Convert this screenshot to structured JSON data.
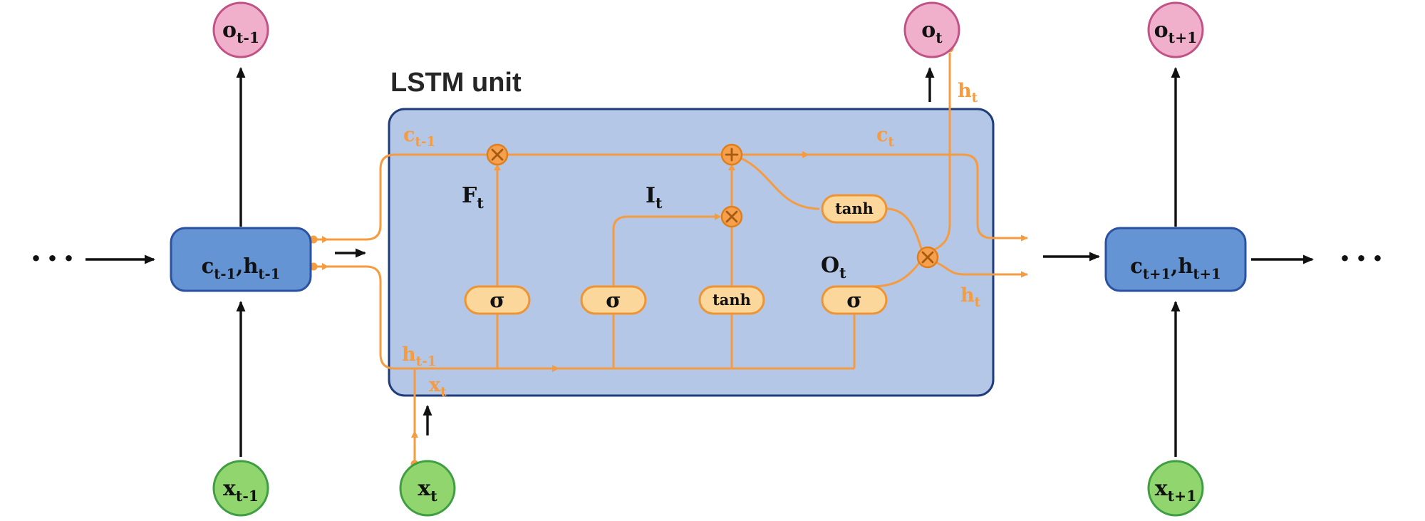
{
  "title": "LSTM unit",
  "ellipsis_left": "···",
  "ellipsis_right": "···",
  "nodes": {
    "o_prev": {
      "base": "o",
      "sub": "t-1"
    },
    "o_cur": {
      "base": "o",
      "sub": "t"
    },
    "o_next": {
      "base": "o",
      "sub": "t+1"
    },
    "x_prev": {
      "base": "x",
      "sub": "t-1"
    },
    "x_cur": {
      "base": "x",
      "sub": "t"
    },
    "x_next": {
      "base": "x",
      "sub": "t+1"
    },
    "state_prev": {
      "p1": "c",
      "s1": "t-1",
      "p2": ",h",
      "s2": "t-1"
    },
    "state_next": {
      "p1": "c",
      "s1": "t+1",
      "p2": ",h",
      "s2": "t+1"
    }
  },
  "gates": {
    "forget_sigma": "σ",
    "input_sigma": "σ",
    "input_tanh": "tanh",
    "output_sigma": "σ",
    "cell_tanh": "tanh"
  },
  "gate_labels": {
    "forget": {
      "base": "F",
      "sub": "t"
    },
    "input": {
      "base": "I",
      "sub": "t"
    },
    "output": {
      "base": "O",
      "sub": "t"
    }
  },
  "wires": {
    "c_prev": {
      "base": "c",
      "sub": "t-1"
    },
    "c_cur": {
      "base": "c",
      "sub": "t"
    },
    "h_prev": {
      "base": "h",
      "sub": "t-1"
    },
    "x_cur": {
      "base": "x",
      "sub": "t"
    },
    "h_top": {
      "base": "h",
      "sub": "t"
    },
    "h_right": {
      "base": "h",
      "sub": "t"
    }
  },
  "colors": {
    "wire_orange": "#F59B40",
    "gate_fill": "#FCD79B",
    "gate_border": "#EF9433",
    "unit_fill": "#B4C7E7",
    "unit_border": "#1F3D7A",
    "state_fill": "#6494D4",
    "state_border": "#2A52A0",
    "output_fill": "#F0AFCB",
    "output_border": "#C05286",
    "input_fill": "#90D56E",
    "input_border": "#3F9D42",
    "arrow_black": "#111111"
  }
}
